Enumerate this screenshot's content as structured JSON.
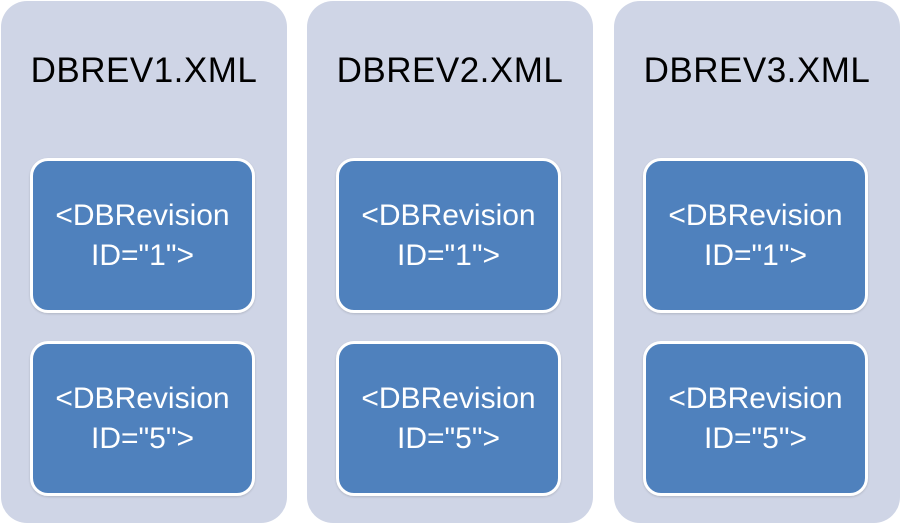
{
  "colors": {
    "column_background": "#cfd5e6",
    "box_fill": "#4f81bd",
    "box_border": "#ffffff",
    "title_text": "#000000",
    "box_text": "#ffffff"
  },
  "files": [
    {
      "title": "DBREV1.XML",
      "revisions": [
        {
          "line1": "<DBRevision",
          "line2": "ID=\"1\">"
        },
        {
          "line1": "<DBRevision",
          "line2": "ID=\"5\">"
        }
      ]
    },
    {
      "title": "DBREV2.XML",
      "revisions": [
        {
          "line1": "<DBRevision",
          "line2": "ID=\"1\">"
        },
        {
          "line1": "<DBRevision",
          "line2": "ID=\"5\">"
        }
      ]
    },
    {
      "title": "DBREV3.XML",
      "revisions": [
        {
          "line1": "<DBRevision",
          "line2": "ID=\"1\">"
        },
        {
          "line1": "<DBRevision",
          "line2": "ID=\"5\">"
        }
      ]
    }
  ]
}
